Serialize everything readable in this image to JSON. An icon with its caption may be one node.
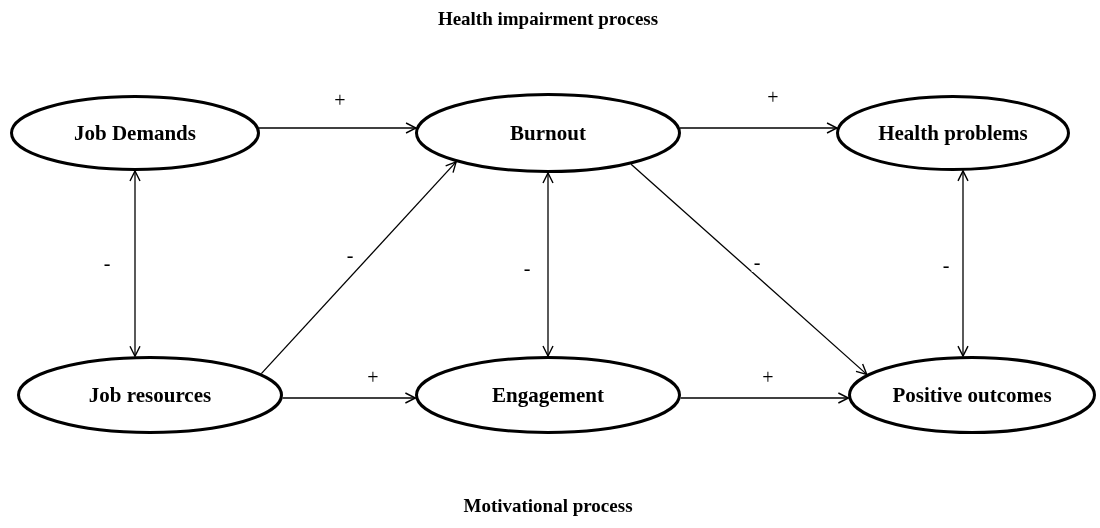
{
  "diagram": {
    "title": "Health impairment process",
    "caption": "Motivational process",
    "nodes": [
      {
        "text": [
          "Job Demands"
        ]
      },
      {
        "text": [
          "Burnout"
        ]
      },
      {
        "text": [
          "Health problems"
        ]
      },
      {
        "text": [
          "Job resources"
        ]
      },
      {
        "text": [
          "Engagement"
        ]
      },
      {
        "text": [
          "Positive outcomes"
        ]
      }
    ],
    "edges": [
      {
        "from": 0,
        "to": 1,
        "arrow": "to",
        "label": "+"
      },
      {
        "from": 1,
        "to": 2,
        "arrow": "to",
        "label": "+"
      },
      {
        "from": 0,
        "to": 3,
        "arrow": "both",
        "label": "-"
      },
      {
        "from": 3,
        "to": 1,
        "arrow": "to",
        "label": "-"
      },
      {
        "from": 1,
        "to": 4,
        "arrow": "both",
        "label": "-"
      },
      {
        "from": 1,
        "to": 5,
        "arrow": "to",
        "label": "-"
      },
      {
        "from": 2,
        "to": 5,
        "arrow": "both",
        "label": "-"
      },
      {
        "from": 3,
        "to": 4,
        "arrow": "to",
        "label": "+"
      },
      {
        "from": 4,
        "to": 5,
        "arrow": "to",
        "label": "+"
      }
    ]
  }
}
